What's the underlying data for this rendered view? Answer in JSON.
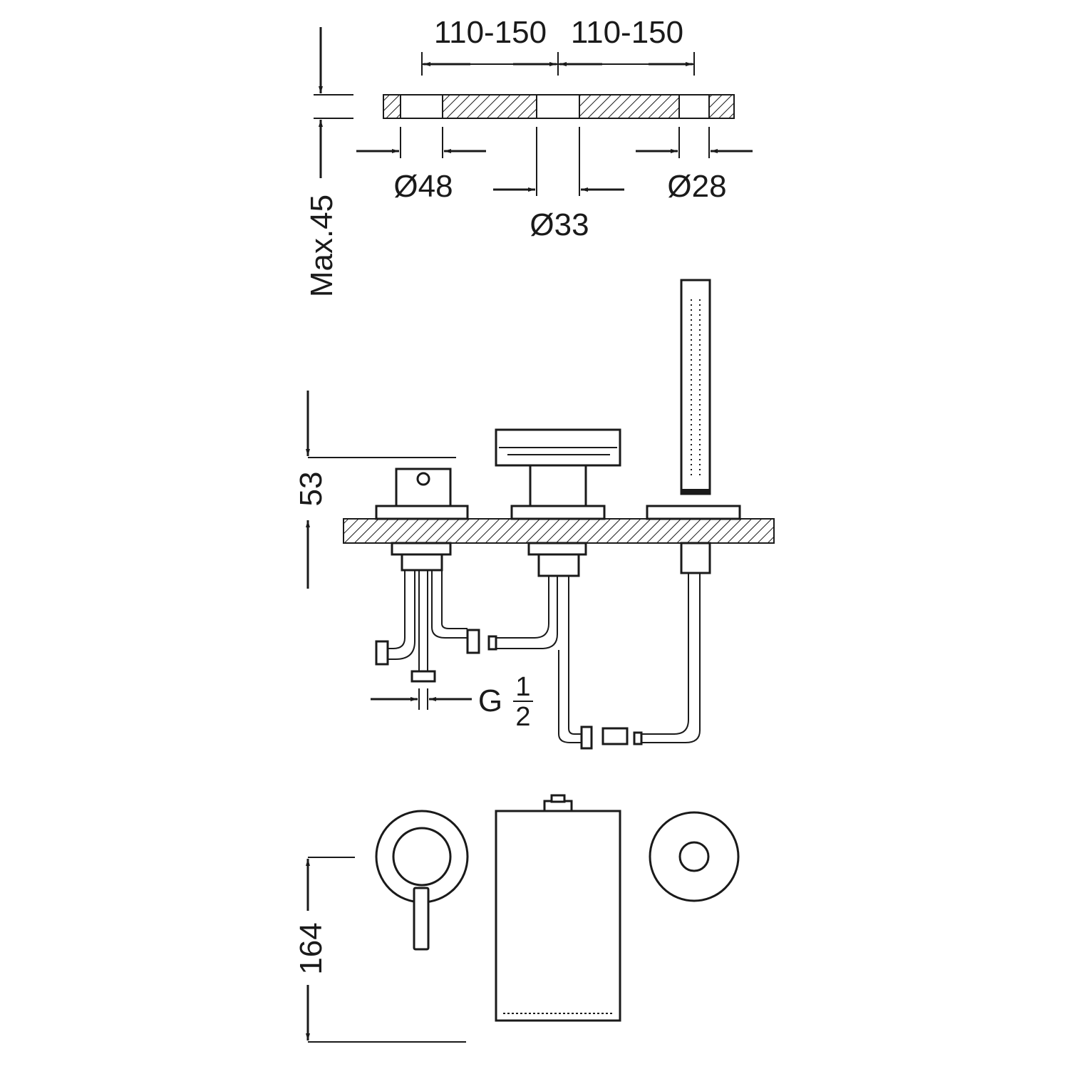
{
  "top_view": {
    "spacing_left": "110-150",
    "spacing_right": "110-150",
    "hole_left": "Ø48",
    "hole_middle": "Ø33",
    "hole_right": "Ø28",
    "deck_thickness": "Max.45"
  },
  "side_view": {
    "height": "53",
    "thread_main": "G",
    "thread_num": "1",
    "thread_den": "2"
  },
  "front_view": {
    "depth": "164"
  }
}
